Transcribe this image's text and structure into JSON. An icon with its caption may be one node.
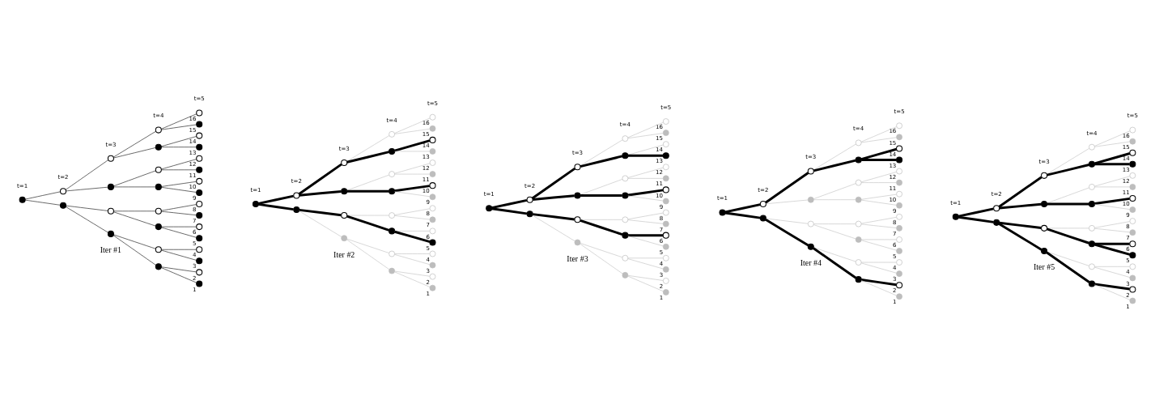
{
  "diagram": {
    "nodes": [
      {
        "text": [],
        "shape": "circle"
      },
      {
        "text": [],
        "shape": "circle"
      },
      {
        "text": [],
        "shape": "circle"
      },
      {
        "text": [],
        "shape": "circle"
      },
      {
        "text": [],
        "shape": "circle"
      },
      {
        "text": [],
        "shape": "circle"
      },
      {
        "text": [],
        "shape": "circle"
      },
      {
        "text": [],
        "shape": "circle"
      },
      {
        "text": [],
        "shape": "circle"
      },
      {
        "text": [],
        "shape": "circle"
      },
      {
        "text": [],
        "shape": "circle"
      },
      {
        "text": [],
        "shape": "circle"
      },
      {
        "text": [],
        "shape": "circle"
      },
      {
        "text": [],
        "shape": "circle"
      },
      {
        "text": [],
        "shape": "circle"
      },
      {
        "text": [],
        "shape": "circle",
        "beside": [
          "1"
        ]
      },
      {
        "text": [],
        "shape": "circle",
        "beside": [
          "2"
        ]
      },
      {
        "text": [],
        "shape": "circle",
        "beside": [
          "3"
        ]
      },
      {
        "text": [],
        "shape": "circle",
        "beside": [
          "4"
        ]
      },
      {
        "text": [],
        "shape": "circle",
        "beside": [
          "5"
        ]
      },
      {
        "text": [],
        "shape": "circle",
        "beside": [
          "6"
        ]
      },
      {
        "text": [],
        "shape": "circle",
        "beside": [
          "7"
        ]
      },
      {
        "text": [],
        "shape": "circle",
        "beside": [
          "8"
        ]
      },
      {
        "text": [],
        "shape": "circle",
        "beside": [
          "9"
        ]
      },
      {
        "text": [],
        "shape": "circle",
        "beside": [
          "10"
        ]
      },
      {
        "text": [],
        "shape": "circle",
        "beside": [
          "11"
        ]
      },
      {
        "text": [],
        "shape": "circle",
        "beside": [
          "12"
        ]
      },
      {
        "text": [],
        "shape": "circle",
        "beside": [
          "13"
        ]
      },
      {
        "text": [],
        "shape": "circle",
        "beside": [
          "14"
        ]
      },
      {
        "text": [],
        "shape": "circle",
        "beside": [
          "15"
        ]
      },
      {
        "text": [],
        "shape": "circle",
        "beside": [
          "16"
        ]
      },
      {
        "text": [],
        "shape": "circle"
      },
      {
        "text": [],
        "shape": "circle"
      },
      {
        "text": [],
        "shape": "circle"
      },
      {
        "text": [],
        "shape": "circle"
      },
      {
        "text": [],
        "shape": "circle"
      },
      {
        "text": [],
        "shape": "circle"
      },
      {
        "text": [],
        "shape": "circle"
      },
      {
        "text": [],
        "shape": "circle"
      },
      {
        "text": [],
        "shape": "circle"
      },
      {
        "text": [],
        "shape": "circle"
      },
      {
        "text": [],
        "shape": "circle"
      },
      {
        "text": [],
        "shape": "circle"
      },
      {
        "text": [],
        "shape": "circle"
      },
      {
        "text": [],
        "shape": "circle"
      },
      {
        "text": [],
        "shape": "circle"
      },
      {
        "text": [],
        "shape": "circle",
        "beside": [
          "1"
        ]
      },
      {
        "text": [],
        "shape": "circle",
        "beside": [
          "2"
        ]
      },
      {
        "text": [],
        "shape": "circle",
        "beside": [
          "3"
        ]
      },
      {
        "text": [],
        "shape": "circle",
        "beside": [
          "4"
        ]
      },
      {
        "text": [],
        "shape": "circle",
        "beside": [
          "5"
        ]
      },
      {
        "text": [],
        "shape": "circle",
        "beside": [
          "6"
        ]
      },
      {
        "text": [],
        "shape": "circle",
        "beside": [
          "7"
        ]
      },
      {
        "text": [],
        "shape": "circle",
        "beside": [
          "8"
        ]
      },
      {
        "text": [],
        "shape": "circle",
        "beside": [
          "9"
        ]
      },
      {
        "text": [],
        "shape": "circle",
        "beside": [
          "10"
        ]
      },
      {
        "text": [],
        "shape": "circle",
        "beside": [
          "11"
        ]
      },
      {
        "text": [],
        "shape": "circle",
        "beside": [
          "12"
        ]
      },
      {
        "text": [],
        "shape": "circle",
        "beside": [
          "13"
        ]
      },
      {
        "text": [],
        "shape": "circle",
        "beside": [
          "14"
        ]
      },
      {
        "text": [],
        "shape": "circle",
        "beside": [
          "15"
        ]
      },
      {
        "text": [],
        "shape": "circle",
        "beside": [
          "16"
        ]
      },
      {
        "text": [],
        "shape": "circle"
      },
      {
        "text": [],
        "shape": "circle"
      },
      {
        "text": [],
        "shape": "circle"
      },
      {
        "text": [],
        "shape": "circle"
      },
      {
        "text": [],
        "shape": "circle"
      },
      {
        "text": [],
        "shape": "circle"
      },
      {
        "text": [],
        "shape": "circle"
      },
      {
        "text": [],
        "shape": "circle"
      },
      {
        "text": [],
        "shape": "circle"
      },
      {
        "text": [],
        "shape": "circle"
      },
      {
        "text": [],
        "shape": "circle"
      },
      {
        "text": [],
        "shape": "circle"
      },
      {
        "text": [],
        "shape": "circle"
      },
      {
        "text": [],
        "shape": "circle"
      },
      {
        "text": [],
        "shape": "circle"
      },
      {
        "text": [],
        "shape": "circle",
        "beside": [
          "1"
        ]
      },
      {
        "text": [],
        "shape": "circle",
        "beside": [
          "2"
        ]
      },
      {
        "text": [],
        "shape": "circle",
        "beside": [
          "3"
        ]
      },
      {
        "text": [],
        "shape": "circle",
        "beside": [
          "4"
        ]
      },
      {
        "text": [],
        "shape": "circle",
        "beside": [
          "5"
        ]
      },
      {
        "text": [],
        "shape": "circle",
        "beside": [
          "6"
        ]
      },
      {
        "text": [],
        "shape": "circle",
        "beside": [
          "7"
        ]
      },
      {
        "text": [],
        "shape": "circle",
        "beside": [
          "8"
        ]
      },
      {
        "text": [],
        "shape": "circle",
        "beside": [
          "9"
        ]
      },
      {
        "text": [],
        "shape": "circle",
        "beside": [
          "10"
        ]
      },
      {
        "text": [],
        "shape": "circle",
        "beside": [
          "11"
        ]
      },
      {
        "text": [],
        "shape": "circle",
        "beside": [
          "12"
        ]
      },
      {
        "text": [],
        "shape": "circle",
        "beside": [
          "13"
        ]
      },
      {
        "text": [],
        "shape": "circle",
        "beside": [
          "14"
        ]
      },
      {
        "text": [],
        "shape": "circle",
        "beside": [
          "15"
        ]
      },
      {
        "text": [],
        "shape": "circle",
        "beside": [
          "16"
        ]
      },
      {
        "text": [],
        "shape": "circle"
      },
      {
        "text": [],
        "shape": "circle"
      },
      {
        "text": [],
        "shape": "circle"
      },
      {
        "text": [],
        "shape": "circle"
      },
      {
        "text": [],
        "shape": "circle"
      },
      {
        "text": [],
        "shape": "circle"
      },
      {
        "text": [],
        "shape": "circle"
      },
      {
        "text": [],
        "shape": "circle"
      },
      {
        "text": [],
        "shape": "circle"
      },
      {
        "text": [],
        "shape": "circle"
      },
      {
        "text": [],
        "shape": "circle"
      },
      {
        "text": [],
        "shape": "circle"
      },
      {
        "text": [],
        "shape": "circle"
      },
      {
        "text": [],
        "shape": "circle"
      },
      {
        "text": [],
        "shape": "circle"
      },
      {
        "text": [],
        "shape": "circle",
        "beside": [
          "1"
        ]
      },
      {
        "text": [],
        "shape": "circle",
        "beside": [
          "2"
        ]
      },
      {
        "text": [],
        "shape": "circle",
        "beside": [
          "3"
        ]
      },
      {
        "text": [],
        "shape": "circle",
        "beside": [
          "4"
        ]
      },
      {
        "text": [],
        "shape": "circle",
        "beside": [
          "5"
        ]
      },
      {
        "text": [],
        "shape": "circle",
        "beside": [
          "6"
        ]
      },
      {
        "text": [],
        "shape": "circle",
        "beside": [
          "7"
        ]
      },
      {
        "text": [],
        "shape": "circle",
        "beside": [
          "8"
        ]
      },
      {
        "text": [],
        "shape": "circle",
        "beside": [
          "9"
        ]
      },
      {
        "text": [],
        "shape": "circle",
        "beside": [
          "10"
        ]
      },
      {
        "text": [],
        "shape": "circle",
        "beside": [
          "11"
        ]
      },
      {
        "text": [],
        "shape": "circle",
        "beside": [
          "12"
        ]
      },
      {
        "text": [],
        "shape": "circle",
        "beside": [
          "13"
        ]
      },
      {
        "text": [],
        "shape": "circle",
        "beside": [
          "14"
        ]
      },
      {
        "text": [],
        "shape": "circle",
        "beside": [
          "15"
        ]
      },
      {
        "text": [],
        "shape": "circle",
        "beside": [
          "16"
        ]
      },
      {
        "text": [],
        "shape": "circle"
      },
      {
        "text": [],
        "shape": "circle"
      },
      {
        "text": [],
        "shape": "circle"
      },
      {
        "text": [],
        "shape": "circle"
      },
      {
        "text": [],
        "shape": "circle"
      },
      {
        "text": [],
        "shape": "circle"
      },
      {
        "text": [],
        "shape": "circle"
      },
      {
        "text": [],
        "shape": "circle"
      },
      {
        "text": [],
        "shape": "circle"
      },
      {
        "text": [],
        "shape": "circle"
      },
      {
        "text": [],
        "shape": "circle"
      },
      {
        "text": [],
        "shape": "circle"
      },
      {
        "text": [],
        "shape": "circle"
      },
      {
        "text": [],
        "shape": "circle"
      },
      {
        "text": [],
        "shape": "circle"
      },
      {
        "text": [],
        "shape": "circle",
        "beside": [
          "1"
        ]
      },
      {
        "text": [],
        "shape": "circle",
        "beside": [
          "2"
        ]
      },
      {
        "text": [],
        "shape": "circle",
        "beside": [
          "3"
        ]
      },
      {
        "text": [],
        "shape": "circle",
        "beside": [
          "4"
        ]
      },
      {
        "text": [],
        "shape": "circle",
        "beside": [
          "5"
        ]
      },
      {
        "text": [],
        "shape": "circle",
        "beside": [
          "6"
        ]
      },
      {
        "text": [],
        "shape": "circle",
        "beside": [
          "7"
        ]
      },
      {
        "text": [],
        "shape": "circle",
        "beside": [
          "8"
        ]
      },
      {
        "text": [],
        "shape": "circle",
        "beside": [
          "9"
        ]
      },
      {
        "text": [],
        "shape": "circle",
        "beside": [
          "10"
        ]
      },
      {
        "text": [],
        "shape": "circle",
        "beside": [
          "11"
        ]
      },
      {
        "text": [],
        "shape": "circle",
        "beside": [
          "12"
        ]
      },
      {
        "text": [],
        "shape": "circle",
        "beside": [
          "13"
        ]
      },
      {
        "text": [],
        "shape": "circle",
        "beside": [
          "14"
        ]
      },
      {
        "text": [],
        "shape": "circle",
        "beside": [
          "15"
        ]
      },
      {
        "text": [],
        "shape": "circle",
        "beside": [
          "16"
        ]
      }
    ],
    "edges": [
      {
        "from": 0,
        "to": 1,
        "arrow": "none"
      },
      {
        "from": 0,
        "to": 2,
        "arrow": "none"
      },
      {
        "from": 1,
        "to": 3,
        "arrow": "none"
      },
      {
        "from": 1,
        "to": 4,
        "arrow": "none"
      },
      {
        "from": 2,
        "to": 5,
        "arrow": "none"
      },
      {
        "from": 2,
        "to": 6,
        "arrow": "none"
      },
      {
        "from": 3,
        "to": 7,
        "arrow": "none"
      },
      {
        "from": 3,
        "to": 8,
        "arrow": "none"
      },
      {
        "from": 4,
        "to": 9,
        "arrow": "none"
      },
      {
        "from": 4,
        "to": 10,
        "arrow": "none"
      },
      {
        "from": 5,
        "to": 11,
        "arrow": "none"
      },
      {
        "from": 5,
        "to": 12,
        "arrow": "none"
      },
      {
        "from": 6,
        "to": 13,
        "arrow": "none"
      },
      {
        "from": 6,
        "to": 14,
        "arrow": "none"
      },
      {
        "from": 7,
        "to": 15,
        "arrow": "none"
      },
      {
        "from": 7,
        "to": 16,
        "arrow": "none"
      },
      {
        "from": 8,
        "to": 17,
        "arrow": "none"
      },
      {
        "from": 8,
        "to": 18,
        "arrow": "none"
      },
      {
        "from": 9,
        "to": 19,
        "arrow": "none"
      },
      {
        "from": 9,
        "to": 20,
        "arrow": "none"
      },
      {
        "from": 10,
        "to": 21,
        "arrow": "none"
      },
      {
        "from": 10,
        "to": 22,
        "arrow": "none"
      },
      {
        "from": 11,
        "to": 23,
        "arrow": "none"
      },
      {
        "from": 11,
        "to": 24,
        "arrow": "none"
      },
      {
        "from": 12,
        "to": 25,
        "arrow": "none"
      },
      {
        "from": 12,
        "to": 26,
        "arrow": "none"
      },
      {
        "from": 13,
        "to": 27,
        "arrow": "none"
      },
      {
        "from": 13,
        "to": 28,
        "arrow": "none"
      },
      {
        "from": 14,
        "to": 29,
        "arrow": "none"
      },
      {
        "from": 14,
        "to": 30,
        "arrow": "none"
      },
      {
        "from": 31,
        "to": 32,
        "arrow": "none",
        "style": "thick"
      },
      {
        "from": 31,
        "to": 33,
        "arrow": "none",
        "style": "thick"
      },
      {
        "from": 32,
        "to": 34,
        "arrow": "none",
        "color": "#bdbdbd"
      },
      {
        "from": 32,
        "to": 35,
        "arrow": "none",
        "style": "thick"
      },
      {
        "from": 33,
        "to": 36,
        "arrow": "none",
        "style": "thick"
      },
      {
        "from": 33,
        "to": 37,
        "arrow": "none",
        "style": "thick"
      },
      {
        "from": 34,
        "to": 38,
        "arrow": "none",
        "color": "#bdbdbd"
      },
      {
        "from": 34,
        "to": 39,
        "arrow": "none",
        "color": "#bdbdbd"
      },
      {
        "from": 35,
        "to": 40,
        "arrow": "none",
        "style": "thick"
      },
      {
        "from": 35,
        "to": 41,
        "arrow": "none",
        "color": "#bdbdbd"
      },
      {
        "from": 36,
        "to": 42,
        "arrow": "none",
        "style": "thick"
      },
      {
        "from": 36,
        "to": 43,
        "arrow": "none",
        "color": "#bdbdbd"
      },
      {
        "from": 37,
        "to": 44,
        "arrow": "none",
        "style": "thick"
      },
      {
        "from": 37,
        "to": 45,
        "arrow": "none",
        "color": "#bdbdbd"
      },
      {
        "from": 38,
        "to": 46,
        "arrow": "none",
        "color": "#bdbdbd"
      },
      {
        "from": 38,
        "to": 47,
        "arrow": "none",
        "color": "#bdbdbd"
      },
      {
        "from": 39,
        "to": 48,
        "arrow": "none",
        "color": "#bdbdbd"
      },
      {
        "from": 39,
        "to": 49,
        "arrow": "none",
        "color": "#bdbdbd"
      },
      {
        "from": 40,
        "to": 50,
        "arrow": "none",
        "style": "thick"
      },
      {
        "from": 40,
        "to": 51,
        "arrow": "none",
        "color": "#bdbdbd"
      },
      {
        "from": 41,
        "to": 52,
        "arrow": "none",
        "color": "#bdbdbd"
      },
      {
        "from": 41,
        "to": 53,
        "arrow": "none",
        "color": "#bdbdbd"
      },
      {
        "from": 42,
        "to": 54,
        "arrow": "none",
        "color": "#bdbdbd"
      },
      {
        "from": 42,
        "to": 55,
        "arrow": "none",
        "style": "thick"
      },
      {
        "from": 43,
        "to": 56,
        "arrow": "none",
        "color": "#bdbdbd"
      },
      {
        "from": 43,
        "to": 57,
        "arrow": "none",
        "color": "#bdbdbd"
      },
      {
        "from": 44,
        "to": 58,
        "arrow": "none",
        "color": "#bdbdbd"
      },
      {
        "from": 44,
        "to": 59,
        "arrow": "none",
        "style": "thick"
      },
      {
        "from": 45,
        "to": 60,
        "arrow": "none",
        "color": "#bdbdbd"
      },
      {
        "from": 45,
        "to": 61,
        "arrow": "none",
        "color": "#bdbdbd"
      },
      {
        "from": 62,
        "to": 63,
        "arrow": "none",
        "style": "thick"
      },
      {
        "from": 62,
        "to": 64,
        "arrow": "none",
        "style": "thick"
      },
      {
        "from": 63,
        "to": 65,
        "arrow": "none",
        "color": "#bdbdbd"
      },
      {
        "from": 63,
        "to": 66,
        "arrow": "none",
        "style": "thick"
      },
      {
        "from": 64,
        "to": 67,
        "arrow": "none",
        "style": "thick"
      },
      {
        "from": 64,
        "to": 68,
        "arrow": "none",
        "style": "thick"
      },
      {
        "from": 65,
        "to": 69,
        "arrow": "none",
        "color": "#bdbdbd"
      },
      {
        "from": 65,
        "to": 70,
        "arrow": "none",
        "color": "#bdbdbd"
      },
      {
        "from": 66,
        "to": 71,
        "arrow": "none",
        "style": "thick"
      },
      {
        "from": 66,
        "to": 72,
        "arrow": "none",
        "color": "#bdbdbd"
      },
      {
        "from": 67,
        "to": 73,
        "arrow": "none",
        "style": "thick"
      },
      {
        "from": 67,
        "to": 74,
        "arrow": "none",
        "color": "#bdbdbd"
      },
      {
        "from": 68,
        "to": 75,
        "arrow": "none",
        "style": "thick"
      },
      {
        "from": 68,
        "to": 76,
        "arrow": "none",
        "color": "#bdbdbd"
      },
      {
        "from": 69,
        "to": 77,
        "arrow": "none",
        "color": "#bdbdbd"
      },
      {
        "from": 69,
        "to": 78,
        "arrow": "none",
        "color": "#bdbdbd"
      },
      {
        "from": 70,
        "to": 79,
        "arrow": "none",
        "color": "#bdbdbd"
      },
      {
        "from": 70,
        "to": 80,
        "arrow": "none",
        "color": "#bdbdbd"
      },
      {
        "from": 71,
        "to": 81,
        "arrow": "none",
        "color": "#bdbdbd"
      },
      {
        "from": 71,
        "to": 82,
        "arrow": "none",
        "style": "thick"
      },
      {
        "from": 72,
        "to": 83,
        "arrow": "none",
        "color": "#bdbdbd"
      },
      {
        "from": 72,
        "to": 84,
        "arrow": "none",
        "color": "#bdbdbd"
      },
      {
        "from": 73,
        "to": 85,
        "arrow": "none",
        "color": "#bdbdbd"
      },
      {
        "from": 73,
        "to": 86,
        "arrow": "none",
        "style": "thick"
      },
      {
        "from": 74,
        "to": 87,
        "arrow": "none",
        "color": "#bdbdbd"
      },
      {
        "from": 74,
        "to": 88,
        "arrow": "none",
        "color": "#bdbdbd"
      },
      {
        "from": 75,
        "to": 89,
        "arrow": "none",
        "style": "thick"
      },
      {
        "from": 75,
        "to": 90,
        "arrow": "none",
        "color": "#bdbdbd"
      },
      {
        "from": 76,
        "to": 91,
        "arrow": "none",
        "color": "#bdbdbd"
      },
      {
        "from": 76,
        "to": 92,
        "arrow": "none",
        "color": "#bdbdbd"
      },
      {
        "from": 93,
        "to": 94,
        "arrow": "none",
        "style": "thick"
      },
      {
        "from": 93,
        "to": 95,
        "arrow": "none",
        "style": "thick"
      },
      {
        "from": 94,
        "to": 96,
        "arrow": "none",
        "style": "thick"
      },
      {
        "from": 94,
        "to": 97,
        "arrow": "none",
        "color": "#bdbdbd"
      },
      {
        "from": 95,
        "to": 98,
        "arrow": "none",
        "color": "#bdbdbd"
      },
      {
        "from": 95,
        "to": 99,
        "arrow": "none",
        "style": "thick"
      },
      {
        "from": 96,
        "to": 100,
        "arrow": "none",
        "style": "thick"
      },
      {
        "from": 96,
        "to": 101,
        "arrow": "none",
        "color": "#bdbdbd"
      },
      {
        "from": 97,
        "to": 102,
        "arrow": "none",
        "color": "#bdbdbd"
      },
      {
        "from": 97,
        "to": 103,
        "arrow": "none",
        "color": "#bdbdbd"
      },
      {
        "from": 98,
        "to": 104,
        "arrow": "none",
        "color": "#bdbdbd"
      },
      {
        "from": 98,
        "to": 105,
        "arrow": "none",
        "color": "#bdbdbd"
      },
      {
        "from": 99,
        "to": 106,
        "arrow": "none",
        "style": "thick"
      },
      {
        "from": 99,
        "to": 107,
        "arrow": "none",
        "color": "#bdbdbd"
      },
      {
        "from": 100,
        "to": 108,
        "arrow": "none",
        "color": "#bdbdbd"
      },
      {
        "from": 100,
        "to": 109,
        "arrow": "none",
        "style": "thick"
      },
      {
        "from": 101,
        "to": 110,
        "arrow": "none",
        "color": "#bdbdbd"
      },
      {
        "from": 101,
        "to": 111,
        "arrow": "none",
        "color": "#bdbdbd"
      },
      {
        "from": 102,
        "to": 112,
        "arrow": "none",
        "color": "#bdbdbd"
      },
      {
        "from": 102,
        "to": 113,
        "arrow": "none",
        "color": "#bdbdbd"
      },
      {
        "from": 103,
        "to": 114,
        "arrow": "none",
        "color": "#bdbdbd"
      },
      {
        "from": 103,
        "to": 115,
        "arrow": "none",
        "color": "#bdbdbd"
      },
      {
        "from": 104,
        "to": 116,
        "arrow": "none",
        "color": "#bdbdbd"
      },
      {
        "from": 104,
        "to": 117,
        "arrow": "none",
        "color": "#bdbdbd"
      },
      {
        "from": 105,
        "to": 118,
        "arrow": "none",
        "color": "#bdbdbd"
      },
      {
        "from": 105,
        "to": 119,
        "arrow": "none",
        "color": "#bdbdbd"
      },
      {
        "from": 106,
        "to": 120,
        "arrow": "none",
        "style": "thick"
      },
      {
        "from": 106,
        "to": 121,
        "arrow": "none",
        "style": "thick"
      },
      {
        "from": 107,
        "to": 122,
        "arrow": "none",
        "color": "#bdbdbd"
      },
      {
        "from": 107,
        "to": 123,
        "arrow": "none",
        "color": "#bdbdbd"
      },
      {
        "from": 124,
        "to": 125,
        "arrow": "none",
        "style": "thick"
      },
      {
        "from": 124,
        "to": 126,
        "arrow": "none",
        "style": "thick"
      },
      {
        "from": 125,
        "to": 127,
        "arrow": "none",
        "style": "thick"
      },
      {
        "from": 125,
        "to": 128,
        "arrow": "none",
        "style": "thick"
      },
      {
        "from": 126,
        "to": 129,
        "arrow": "none",
        "style": "thick"
      },
      {
        "from": 126,
        "to": 130,
        "arrow": "none",
        "style": "thick"
      },
      {
        "from": 127,
        "to": 131,
        "arrow": "none",
        "style": "thick"
      },
      {
        "from": 127,
        "to": 132,
        "arrow": "none",
        "color": "#bdbdbd"
      },
      {
        "from": 128,
        "to": 133,
        "arrow": "none",
        "style": "thick"
      },
      {
        "from": 128,
        "to": 134,
        "arrow": "none",
        "color": "#bdbdbd"
      },
      {
        "from": 129,
        "to": 135,
        "arrow": "none",
        "style": "thick"
      },
      {
        "from": 129,
        "to": 136,
        "arrow": "none",
        "color": "#bdbdbd"
      },
      {
        "from": 130,
        "to": 137,
        "arrow": "none",
        "style": "thick"
      },
      {
        "from": 130,
        "to": 138,
        "arrow": "none",
        "color": "#bdbdbd"
      },
      {
        "from": 131,
        "to": 139,
        "arrow": "none",
        "color": "#bdbdbd"
      },
      {
        "from": 131,
        "to": 140,
        "arrow": "none",
        "style": "thick"
      },
      {
        "from": 132,
        "to": 141,
        "arrow": "none",
        "color": "#bdbdbd"
      },
      {
        "from": 132,
        "to": 142,
        "arrow": "none",
        "color": "#bdbdbd"
      },
      {
        "from": 133,
        "to": 143,
        "arrow": "none",
        "style": "thick"
      },
      {
        "from": 133,
        "to": 144,
        "arrow": "none",
        "style": "thick"
      },
      {
        "from": 134,
        "to": 145,
        "arrow": "none",
        "color": "#bdbdbd"
      },
      {
        "from": 134,
        "to": 146,
        "arrow": "none",
        "color": "#bdbdbd"
      },
      {
        "from": 135,
        "to": 147,
        "arrow": "none",
        "color": "#bdbdbd"
      },
      {
        "from": 135,
        "to": 148,
        "arrow": "none",
        "style": "thick"
      },
      {
        "from": 136,
        "to": 149,
        "arrow": "none",
        "color": "#bdbdbd"
      },
      {
        "from": 136,
        "to": 150,
        "arrow": "none",
        "color": "#bdbdbd"
      },
      {
        "from": 137,
        "to": 151,
        "arrow": "none",
        "style": "thick"
      },
      {
        "from": 137,
        "to": 152,
        "arrow": "none",
        "style": "thick"
      },
      {
        "from": 138,
        "to": 153,
        "arrow": "none",
        "color": "#bdbdbd"
      },
      {
        "from": 138,
        "to": 154,
        "arrow": "none",
        "color": "#bdbdbd"
      }
    ],
    "labels": [
      "Iter #1",
      "Iter #2",
      "Iter #3",
      "Iter #4",
      "Iter #5",
      "t=1",
      "t=2",
      "t=3",
      "t=4",
      "t=5",
      "t=1",
      "t=2",
      "t=3",
      "t=4",
      "t=5",
      "t=1",
      "t=2",
      "t=3",
      "t=4",
      "t=5",
      "t=1",
      "t=2",
      "t=3",
      "t=4",
      "t=5",
      "t=1",
      "t=2",
      "t=3",
      "t=4",
      "t=5"
    ]
  }
}
